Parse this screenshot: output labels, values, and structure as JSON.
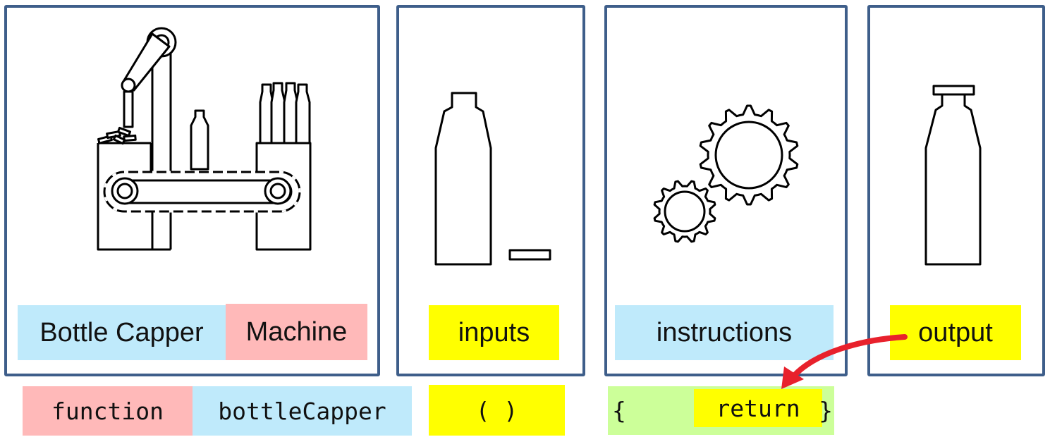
{
  "colors": {
    "panel_border": "#3e5e8a",
    "light_blue": "#bfeafb",
    "pink": "#ffb9b9",
    "yellow": "#ffff00",
    "light_green": "#ccff99",
    "arrow_red": "#e8212c"
  },
  "panels": {
    "machine": {
      "icon": "bottle-capper-machine-icon",
      "label_part1": "Bottle Capper",
      "label_part2": "Machine"
    },
    "inputs": {
      "icon": "bottle-and-cap-icon",
      "label": "inputs"
    },
    "instructions": {
      "icon": "gears-icon",
      "label": "instructions"
    },
    "output": {
      "icon": "capped-bottle-icon",
      "label": "output"
    }
  },
  "code": {
    "keyword": "function",
    "name": "bottleCapper",
    "params": "( )",
    "open_brace": "{",
    "return_kw": "return",
    "close_brace": "}"
  }
}
